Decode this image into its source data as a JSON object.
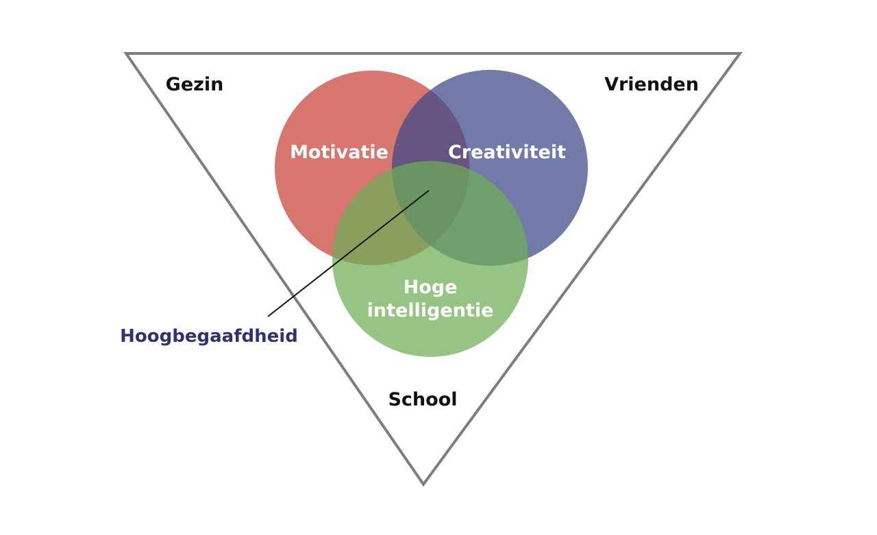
{
  "diagram": {
    "background": "#ffffff",
    "triangle": {
      "stroke_color": "#7d7d7d",
      "corners": {
        "top_left": "Gezin",
        "top_right": "Vrienden",
        "bottom": "School"
      },
      "corner_text_color": "#111111"
    },
    "circles": [
      {
        "id": "motivatie",
        "label": "Motivatie",
        "color": "#c9483f"
      },
      {
        "id": "creativiteit",
        "label": "Creativiteit",
        "color": "#3c4689"
      },
      {
        "id": "intelligentie",
        "label_line1": "Hoge",
        "label_line2": "intelligentie",
        "color": "#6cad56"
      }
    ],
    "circle_text_color": "#ffffff",
    "callout": {
      "label": "Hoogbegaafdheid",
      "color": "#2e3470",
      "line_color": "#111111"
    }
  }
}
